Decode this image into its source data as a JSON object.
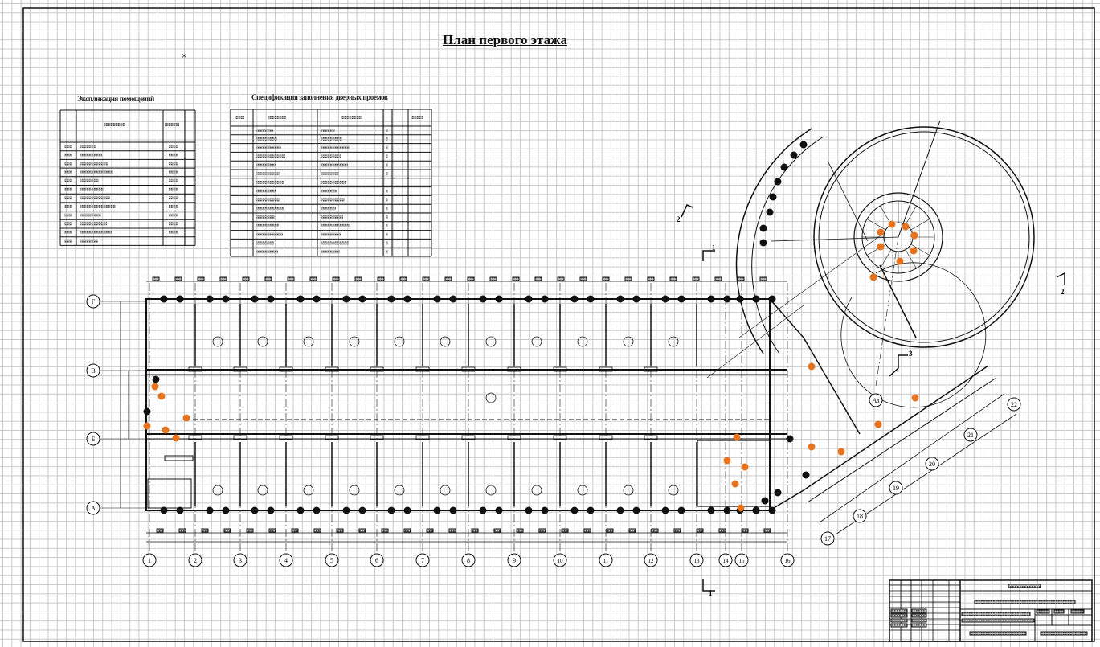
{
  "title": "План первого этажа",
  "tables": {
    "explication_title": "Экспликация помещений",
    "doors_title": "Спецификация заполнения дверных проемов"
  },
  "axes": {
    "columns": [
      "1",
      "2",
      "3",
      "4",
      "5",
      "6",
      "7",
      "8",
      "9",
      "10",
      "11",
      "12",
      "13",
      "14",
      "15",
      "16"
    ],
    "rows": [
      "А",
      "Б",
      "В",
      "Г"
    ],
    "radial": [
      "17",
      "18",
      "19",
      "20",
      "21",
      "22"
    ],
    "special": "Аз"
  },
  "sections": {
    "s1": "1",
    "s2": "2",
    "s3": "3"
  },
  "colors": {
    "line": "#111111",
    "accent": "#e8731e",
    "grid": "#c9c9c9"
  }
}
